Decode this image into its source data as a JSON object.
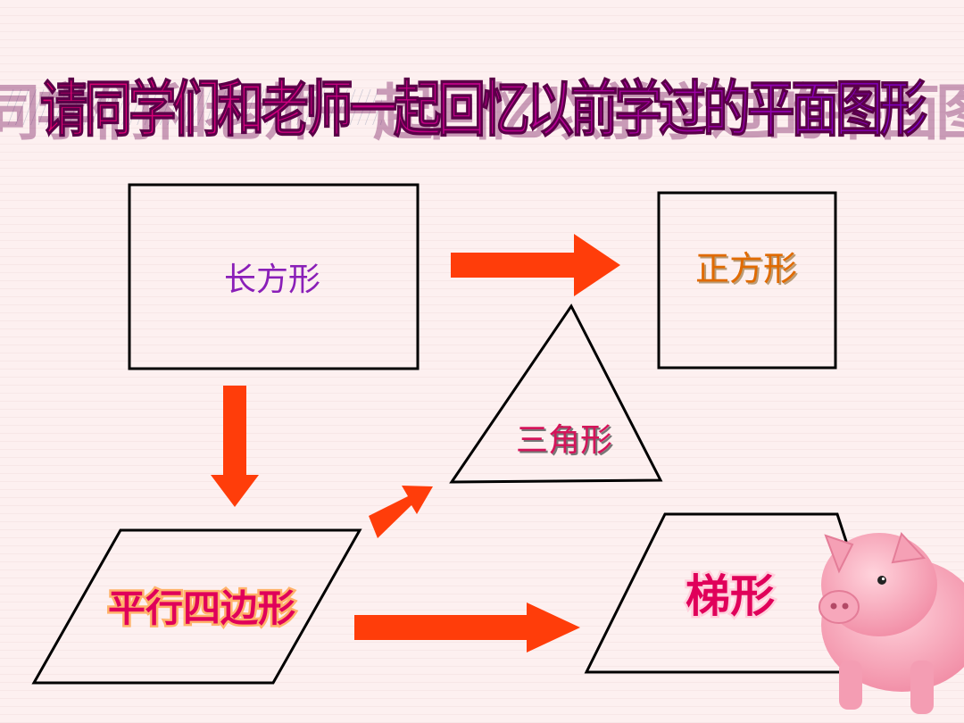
{
  "title": "请同学们和老师一起回忆以前学过的平面图形",
  "shapes": {
    "rectangle": "长方形",
    "square": "正方形",
    "triangle": "三角形",
    "parallelogram": "平行四边形",
    "trapezoid": "梯形"
  },
  "colors": {
    "title_fill_start": "#e0006f",
    "title_fill_end": "#7a00c8",
    "arrow": "#ff3d0a",
    "rectangle_label": "#8a1fb8",
    "square_label": "#e06a00",
    "triangle_label": "#d4145a",
    "parallelogram_label": "#e0005a",
    "trapezoid_label": "#e0005a"
  },
  "decorations": {
    "pig_icon": "pink-pig-illustration"
  }
}
